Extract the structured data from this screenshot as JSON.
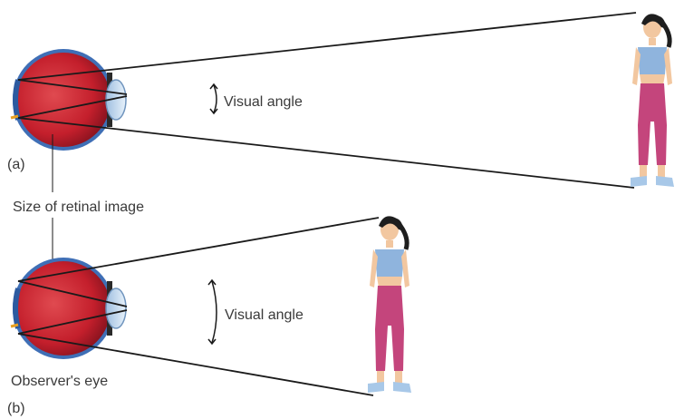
{
  "diagram": {
    "panel_a": {
      "label": "(a)",
      "angle_label": "Visual angle"
    },
    "panel_b": {
      "label": "(b)",
      "angle_label": "Visual angle",
      "eye_label": "Observer's eye"
    },
    "shared_label": "Size of retinal image",
    "colors": {
      "eye_red": "#c8202e",
      "eye_outline": "#3f6fb6",
      "lens_blue": "#cfe3f5",
      "shirt": "#8fb4dd",
      "pants": "#c4457c",
      "skin": "#f2c7a0",
      "hair": "#1e1e1e",
      "shoes": "#a8c8e8",
      "line": "#1a1a1a"
    }
  }
}
